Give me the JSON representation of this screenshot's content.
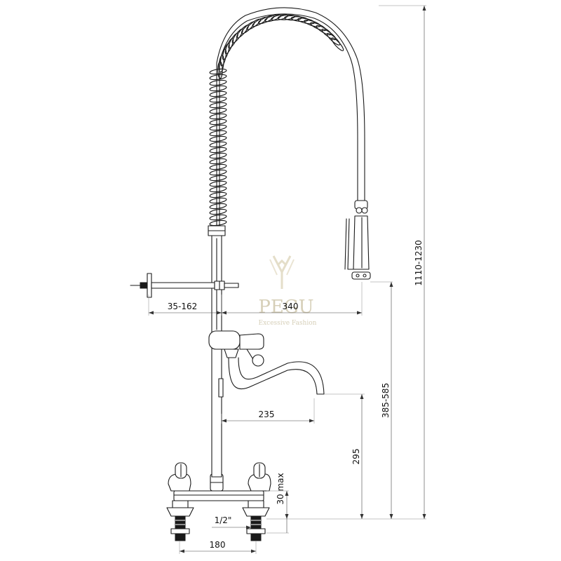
{
  "watermark": {
    "brand": "PEGU",
    "tagline": "Excessive Fashion"
  },
  "dimensions": {
    "bracket_offset": "35-162",
    "spray_reach": "340",
    "spout_reach": "235",
    "spout_height": "295",
    "spray_height": "385-585",
    "total_height": "1110-1230",
    "deck_thickness": "30 max",
    "connection": "1/2\"",
    "centers": "180"
  },
  "colors": {
    "line": "#1a1a1a",
    "dimension": "#444444",
    "watermark": "#d6cfb8"
  }
}
